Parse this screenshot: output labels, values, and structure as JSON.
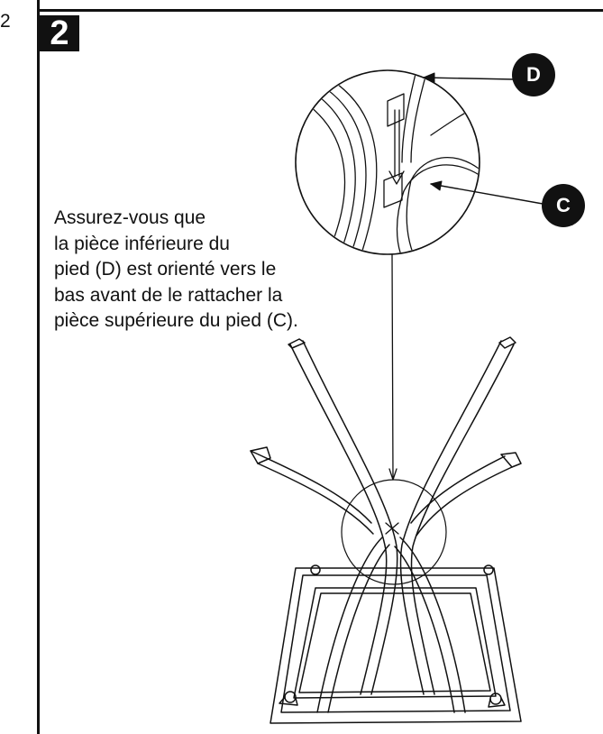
{
  "page": {
    "number": "2"
  },
  "step": {
    "number": "2",
    "instruction_lines": [
      "Assurez-vous que",
      "la pièce inférieure du",
      "pied (D) est orienté vers le",
      "bas avant de le rattacher la",
      "pièce supérieure du pied (C)."
    ]
  },
  "callouts": {
    "d_label": "D",
    "c_label": "C"
  },
  "colors": {
    "ink": "#111111",
    "paper": "#ffffff"
  }
}
